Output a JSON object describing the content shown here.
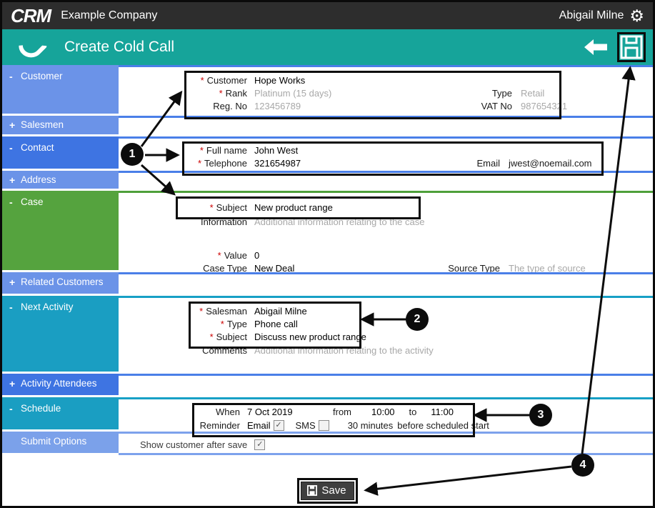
{
  "ui": {
    "required_marker": "*"
  },
  "topbar": {
    "logo": "CRM",
    "company": "Example Company",
    "user": "Abigail Milne",
    "gear_icon": "⚙"
  },
  "toolbar": {
    "title": "Create Cold Call"
  },
  "sidebar": {
    "items": [
      {
        "label": "Customer",
        "prefix": "-"
      },
      {
        "label": "Salesmen",
        "prefix": "+"
      },
      {
        "label": "Contact",
        "prefix": "-"
      },
      {
        "label": "Address",
        "prefix": "+"
      },
      {
        "label": "Case",
        "prefix": "-"
      },
      {
        "label": "Related Customers",
        "prefix": "+"
      },
      {
        "label": "Next Activity",
        "prefix": "-"
      },
      {
        "label": "Activity Attendees",
        "prefix": "+"
      },
      {
        "label": "Schedule",
        "prefix": "-"
      },
      {
        "label": "Submit Options",
        "prefix": ""
      }
    ]
  },
  "customer": {
    "fields": {
      "name": {
        "label": "Customer",
        "value": "Hope Works"
      },
      "rank": {
        "label": "Rank",
        "value": "Platinum (15 days)"
      },
      "reg_no": {
        "label": "Reg. No",
        "value": "123456789"
      },
      "type": {
        "label": "Type",
        "value": "Retail"
      },
      "vat_no": {
        "label": "VAT No",
        "value": "987654321"
      }
    }
  },
  "contact": {
    "fields": {
      "full_name": {
        "label": "Full name",
        "value": "John West"
      },
      "telephone": {
        "label": "Telephone",
        "value": "321654987"
      },
      "email": {
        "label": "Email",
        "value": "jwest@noemail.com"
      }
    }
  },
  "case": {
    "fields": {
      "subject": {
        "label": "Subject",
        "value": "New product range"
      },
      "information": {
        "label": "Information",
        "placeholder": "Additional information relating to the case"
      },
      "value": {
        "label": "Value",
        "value": "0"
      },
      "case_type": {
        "label": "Case Type",
        "value": "New Deal"
      },
      "source_type": {
        "label": "Source Type",
        "placeholder": "The type of source"
      }
    }
  },
  "next_activity": {
    "fields": {
      "salesman": {
        "label": "Salesman",
        "value": "Abigail Milne"
      },
      "type": {
        "label": "Type",
        "value": "Phone call"
      },
      "subject": {
        "label": "Subject",
        "value": "Discuss new product range"
      },
      "comments": {
        "label": "Comments",
        "placeholder": "Additional information relating to the activity"
      }
    }
  },
  "schedule": {
    "when_label": "When",
    "when_value": "7 Oct 2019",
    "from_label": "from",
    "from_value": "10:00",
    "to_label": "to",
    "to_value": "11:00",
    "reminder_label": "Reminder",
    "email_label": "Email",
    "email_checked": true,
    "sms_label": "SMS",
    "sms_checked": false,
    "offset_value": "30 minutes",
    "offset_suffix": "before scheduled start"
  },
  "submit_options": {
    "show_customer_label": "Show customer after save",
    "show_customer_checked": true
  },
  "footer": {
    "save_label": "Save"
  },
  "callouts": [
    {
      "label": "1"
    },
    {
      "label": "2"
    },
    {
      "label": "3"
    },
    {
      "label": "4"
    }
  ]
}
